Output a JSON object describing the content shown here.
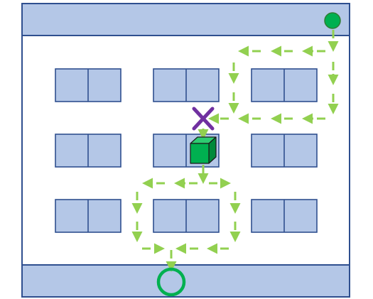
{
  "colors": {
    "background": "#ffffff",
    "floor_fill": "#ffffff",
    "border": "#2f4f8f",
    "shelf_fill": "#b4c7e7",
    "band_fill": "#b4c7e7",
    "path_arrow": "#92d050",
    "start_marker": "#00b050",
    "start_marker_stroke": "#2e7d32",
    "end_marker": "#00b050",
    "blocked_marker": "#7030a0",
    "cube_front": "#00b050",
    "cube_top": "#2ecc71",
    "cube_side": "#008a3a",
    "cube_edge": "#1a1a1a"
  },
  "icons": {
    "start": "filled-circle",
    "goal": "ring",
    "blocked": "x-mark",
    "robot": "cube"
  },
  "layout_grid": {
    "shelf_rows": 3,
    "shelf_columns": 3,
    "cells_per_shelf": 2
  }
}
